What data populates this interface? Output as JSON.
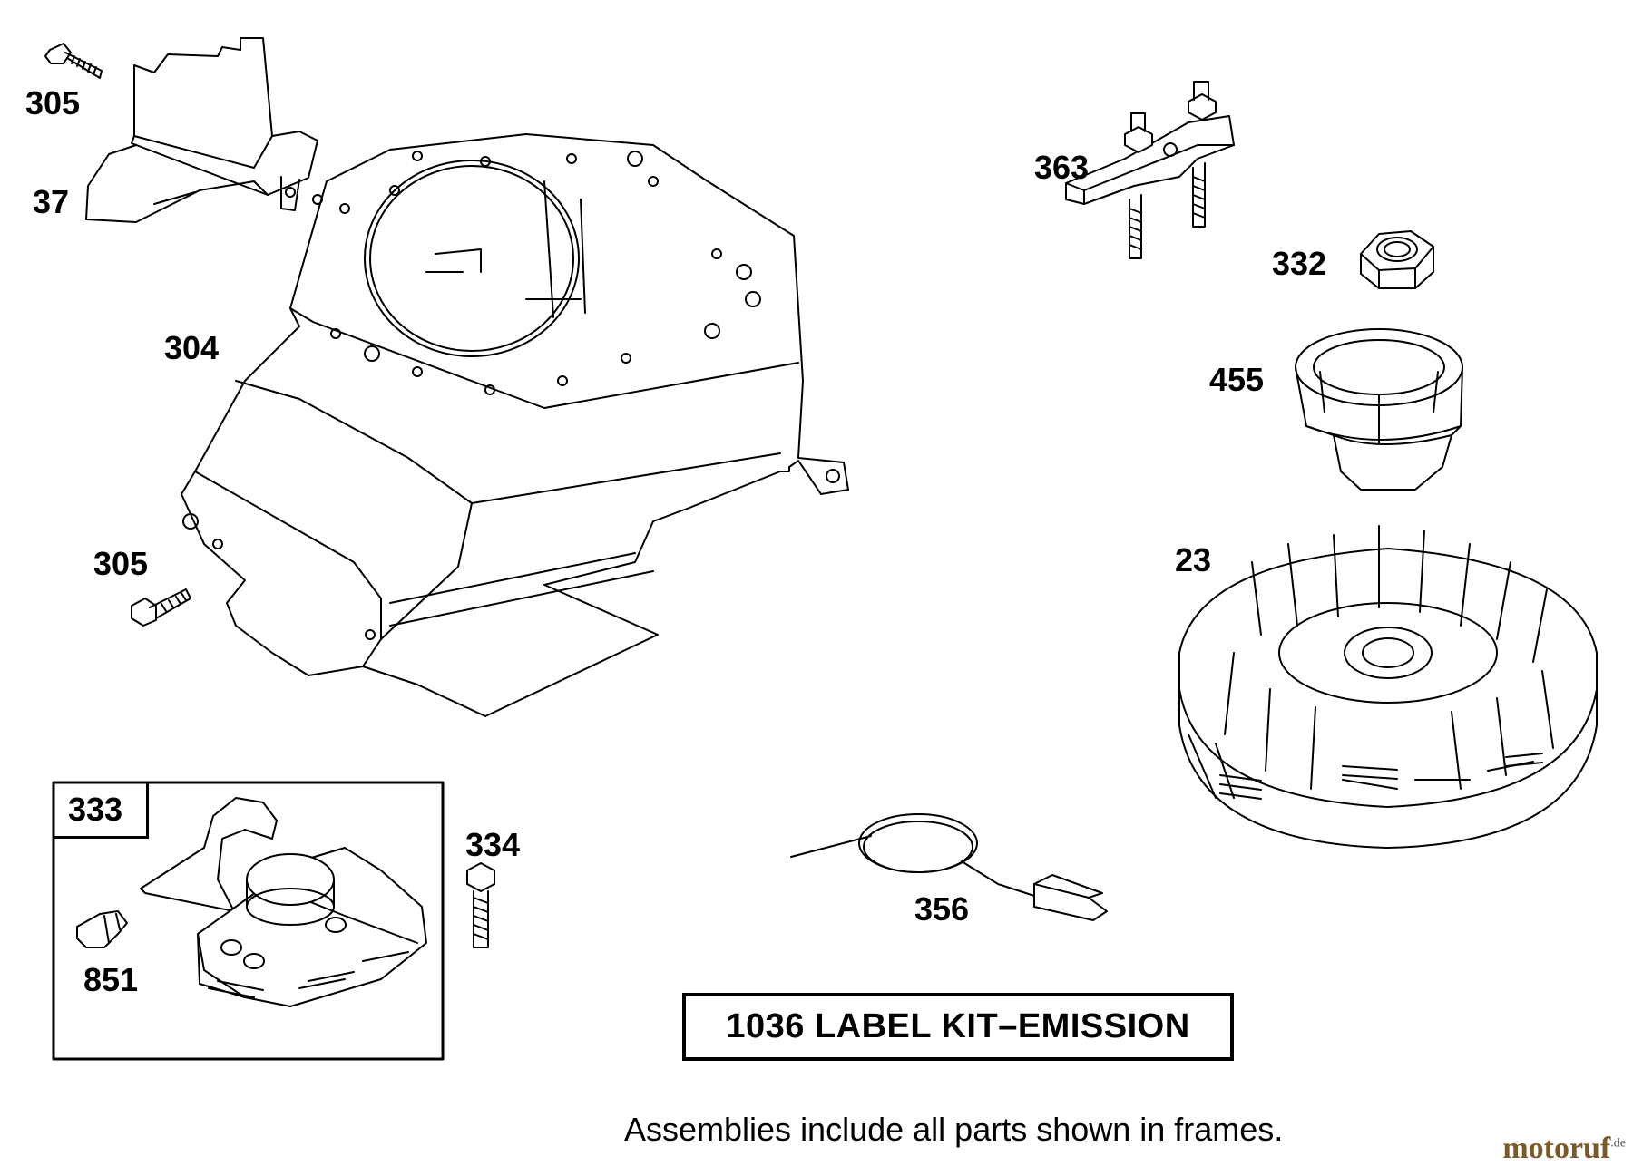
{
  "labels": {
    "p305_top": "305",
    "p37": "37",
    "p304": "304",
    "p305_mid": "305",
    "p363": "363",
    "p332": "332",
    "p455": "455",
    "p23": "23",
    "p333": "333",
    "p334": "334",
    "p851": "851",
    "p356": "356"
  },
  "kit_label": "1036 LABEL KIT–EMISSION",
  "note": "Assemblies include all parts shown in frames.",
  "watermark": {
    "brand": "motoruf",
    "suffix": ".de"
  }
}
